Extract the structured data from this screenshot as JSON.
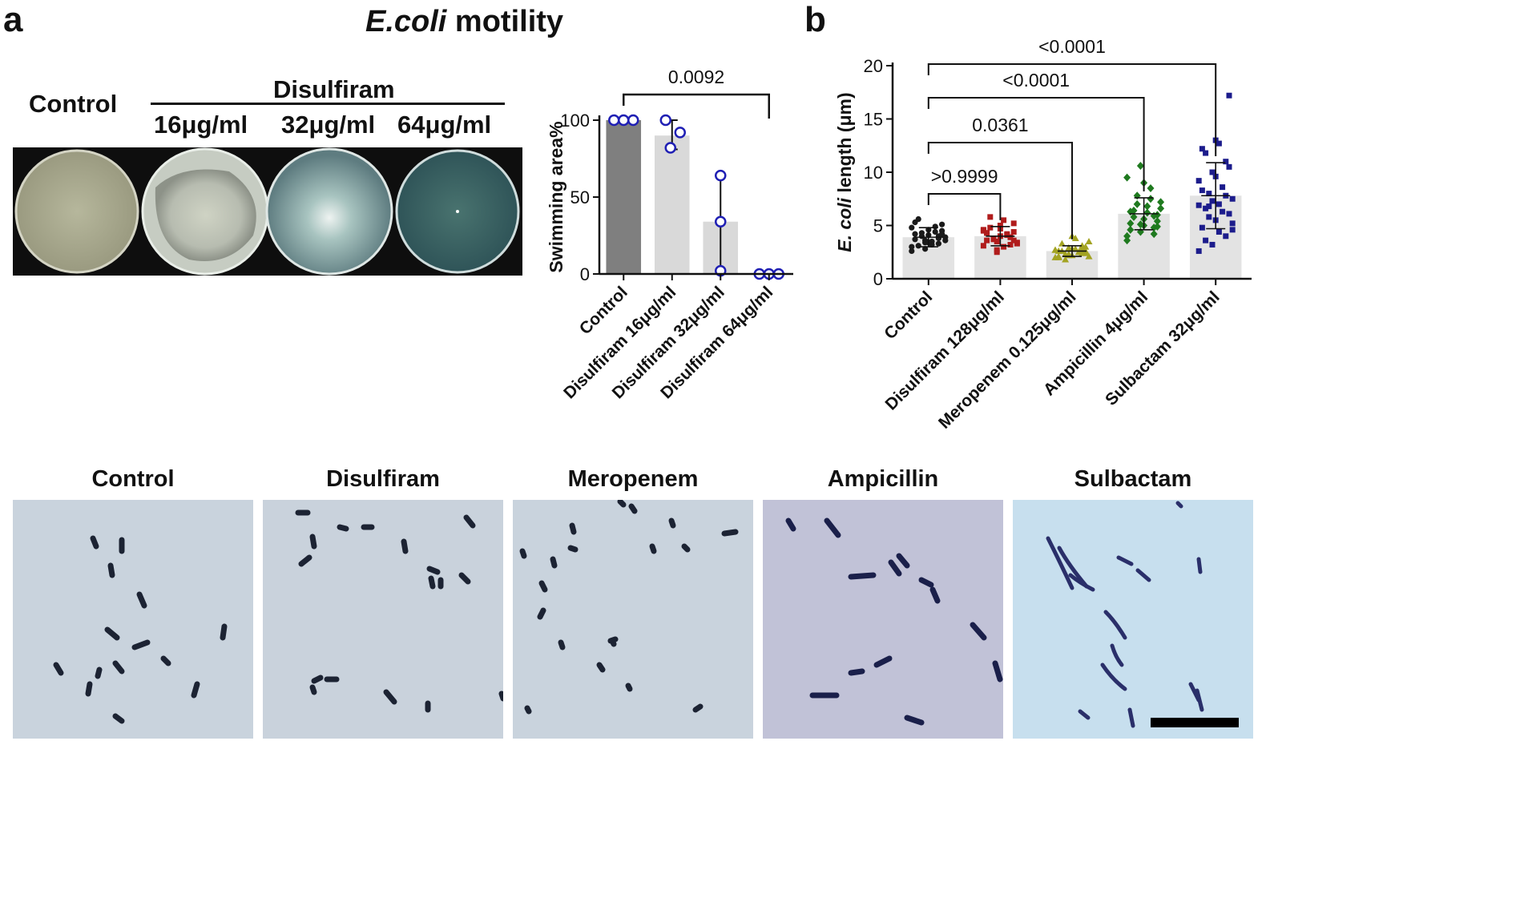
{
  "figure": {
    "panel_a_letter": "a",
    "panel_b_letter": "b",
    "title_italic": "E.coli",
    "title_rest": " motility"
  },
  "plates": {
    "control_label": "Control",
    "treatment_label": "Disulfiram",
    "doses": [
      "16μg/ml",
      "32μg/ml",
      "64μg/ml"
    ]
  },
  "micrographs": {
    "labels": [
      "Control",
      "Disulfiram",
      "Meropenem",
      "Ampicillin",
      "Sulbactam"
    ]
  },
  "chart_data": [
    {
      "type": "bar",
      "panel": "a",
      "categories": [
        "Control",
        "Disulfiram 16μg/ml",
        "Disulfiram 32μg/ml",
        "Disulfiram 64μg/ml"
      ],
      "values": [
        100,
        90,
        34,
        0
      ],
      "error_low": [
        100,
        81,
        0,
        0
      ],
      "error_high": [
        100,
        100,
        64,
        0
      ],
      "points": [
        [
          100,
          100,
          100
        ],
        [
          100,
          92,
          82
        ],
        [
          64,
          34,
          2
        ],
        [
          0,
          0,
          0
        ]
      ],
      "ylabel": "Swimming area%",
      "ylim": [
        0,
        100
      ],
      "yticks": [
        0,
        50,
        100
      ],
      "bar_colors": [
        "#7f7f7f",
        "#d9d9d9",
        "#d9d9d9",
        "#d9d9d9"
      ],
      "point_color": "#1f1fb4",
      "comparisons": [
        {
          "from": 0,
          "to": 3,
          "label": "0.0092"
        }
      ]
    },
    {
      "type": "bar",
      "panel": "b",
      "categories": [
        "Control",
        "Disulfiram 128μg/ml",
        "Meropenem 0.125μg/ml",
        "Ampicillin 4μg/ml",
        "Sulbactam 32μg/ml"
      ],
      "values": [
        3.9,
        4.0,
        2.6,
        6.1,
        7.8
      ],
      "sd": [
        0.9,
        0.9,
        0.5,
        1.5,
        3.1
      ],
      "point_colors": [
        "#1a1a1a",
        "#b01c1c",
        "#a3a322",
        "#1f7a1f",
        "#1c1c8c"
      ],
      "point_shapes": [
        "circle",
        "square",
        "triangle",
        "diamond",
        "square"
      ],
      "ylabel_italic": "E. coli",
      "ylabel_rest": " length (μm)",
      "ylim": [
        0,
        20
      ],
      "yticks": [
        0,
        5,
        10,
        15,
        20
      ],
      "bar_color": "#e3e3e3",
      "comparisons": [
        {
          "from": 0,
          "to": 1,
          "label": ">0.9999"
        },
        {
          "from": 0,
          "to": 2,
          "label": "0.0361"
        },
        {
          "from": 0,
          "to": 3,
          "label": "<0.0001"
        },
        {
          "from": 0,
          "to": 4,
          "label": "<0.0001"
        }
      ],
      "points": [
        [
          3.0,
          3.4,
          3.8,
          4.2,
          4.6,
          5.1,
          5.6,
          3.2,
          3.6,
          4.0,
          4.4,
          4.8,
          2.8,
          3.3,
          3.7,
          4.1,
          4.5,
          3.1,
          3.5,
          3.9,
          4.3,
          4.9,
          2.6,
          3.6,
          4.0,
          5.3,
          3.4,
          4.2
        ],
        [
          3.1,
          3.5,
          3.9,
          4.3,
          4.7,
          5.2,
          5.8,
          3.0,
          3.4,
          3.8,
          4.2,
          4.6,
          2.7,
          3.2,
          3.6,
          4.0,
          4.4,
          4.8,
          5.5,
          3.3,
          3.7,
          4.1,
          4.5,
          2.5,
          3.9,
          4.3,
          5.0,
          3.6
        ],
        [
          2.0,
          2.2,
          2.4,
          2.6,
          2.8,
          3.0,
          3.3,
          3.8,
          2.1,
          2.3,
          2.5,
          2.7,
          2.9,
          3.1,
          2.0,
          2.2,
          2.4,
          2.6,
          2.8,
          3.5,
          1.8,
          2.5,
          2.7,
          2.3,
          2.9,
          2.1,
          4.0,
          2.6
        ],
        [
          4.0,
          4.4,
          4.8,
          5.2,
          5.6,
          6.0,
          6.4,
          6.8,
          7.2,
          7.8,
          8.5,
          9.5,
          10.6,
          4.2,
          4.6,
          5.0,
          5.4,
          5.8,
          6.2,
          6.6,
          7.0,
          7.5,
          3.6,
          5.1,
          5.9,
          6.3,
          9.0,
          4.9
        ],
        [
          2.6,
          3.2,
          4.0,
          4.8,
          5.5,
          6.1,
          6.6,
          7.0,
          7.5,
          8.0,
          8.6,
          9.2,
          10.0,
          11.0,
          12.2,
          13.0,
          17.2,
          3.6,
          4.4,
          5.2,
          5.8,
          6.3,
          6.9,
          7.3,
          7.8,
          8.3,
          9.6,
          10.5,
          11.8,
          12.7,
          4.6,
          6.8
        ]
      ]
    }
  ]
}
